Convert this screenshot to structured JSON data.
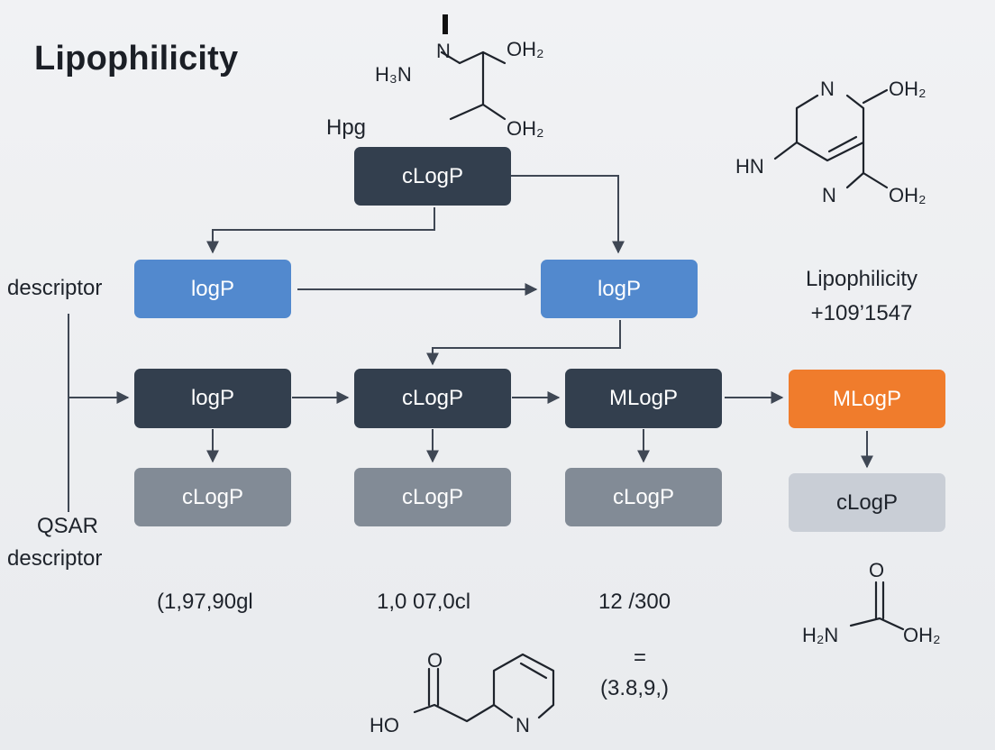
{
  "title": "Lipophilicity",
  "labels": {
    "hpg": "Hpg",
    "descriptor": "descriptor",
    "qsar_line1": "QSAR",
    "qsar_line2": "descriptor",
    "lipo_line1": "Lipophilicity",
    "lipo_line2": "+109’1547",
    "value1": "(1,97,90gl",
    "value2": "1,0 07,0cl",
    "value3": "12 /300",
    "equals": "=",
    "value4": "(3.8,9,)"
  },
  "nodes": {
    "top": "cLogP",
    "blue_left": "logP",
    "blue_right": "logP",
    "row_logp": "logP",
    "row_clogp": "cLogP",
    "row_mlogp": "MLogP",
    "row_mlogp_highlight": "MLogP",
    "out1": "cLogP",
    "out2": "cLogP",
    "out3": "cLogP",
    "out4": "cLogP"
  },
  "molecules": {
    "top": {
      "atoms": [
        "H₃N",
        "N",
        "OH₂",
        "OH₂"
      ]
    },
    "right": {
      "atoms": [
        "N",
        "OH₂",
        "HN",
        "N",
        "OH₂"
      ]
    },
    "carbamic": {
      "atoms": [
        "O",
        "H₂N",
        "OH₂"
      ]
    },
    "bottom": {
      "atoms": [
        "O",
        "HO",
        "N"
      ]
    }
  },
  "colors": {
    "dark": "#333f4e",
    "blue": "#5289ce",
    "grey": "#828b96",
    "orange": "#f07c2c",
    "light": "#c9ced6"
  }
}
